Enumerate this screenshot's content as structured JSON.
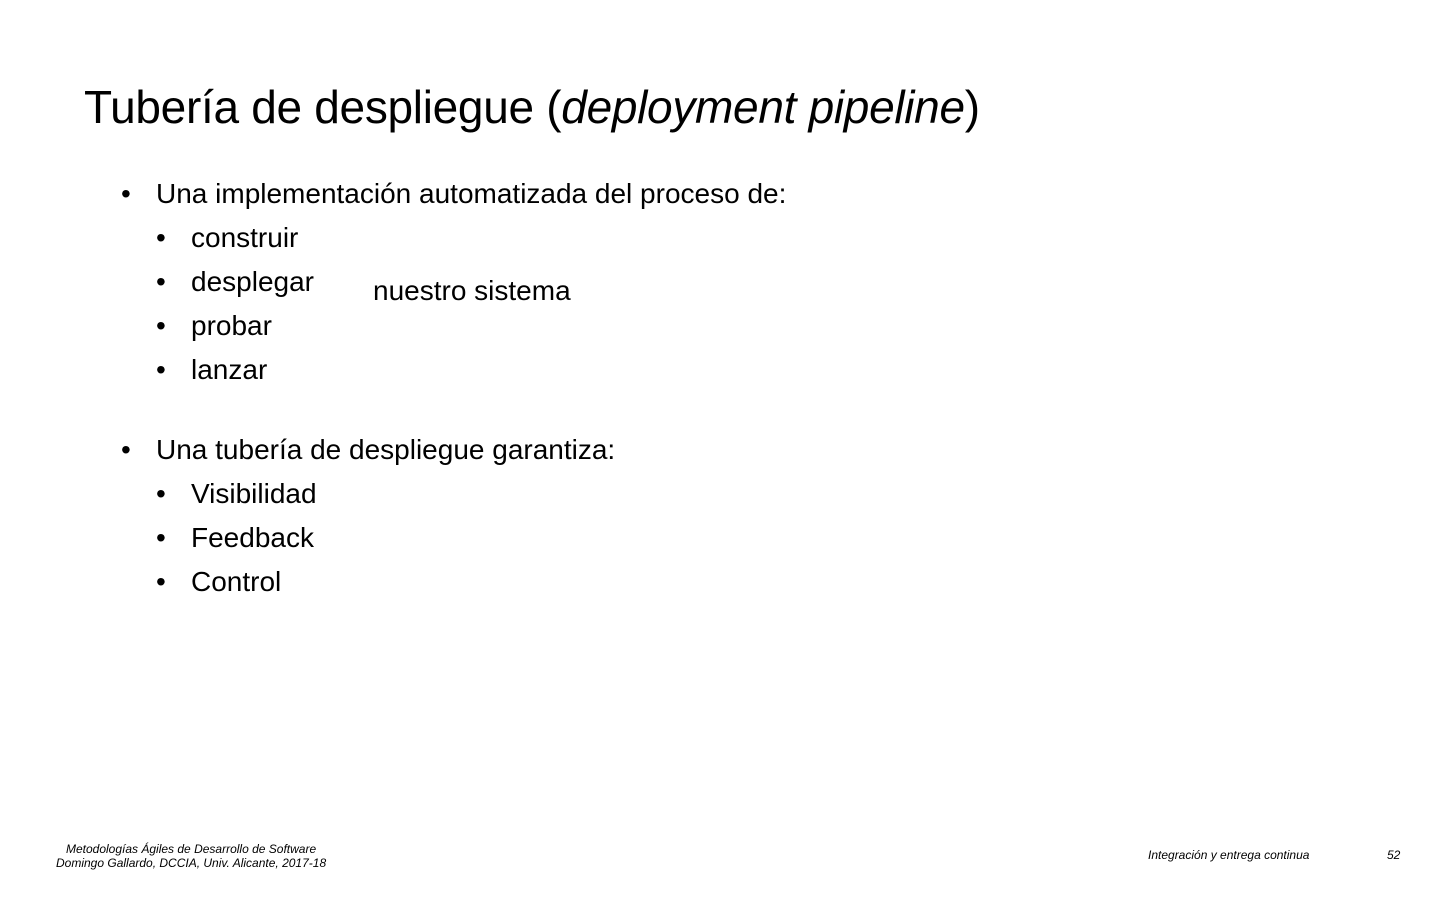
{
  "slide": {
    "title_main": "Tubería de despliegue (",
    "title_italic": "deployment pipeline",
    "title_close": ")"
  },
  "bullets": [
    {
      "text": "Una implementación automatizada del proceso de:",
      "sub": [
        "construir",
        "desplegar",
        "probar",
        "lanzar"
      ]
    },
    {
      "text": "Una tubería de despliegue garantiza:",
      "sub": [
        "Visibilidad",
        "Feedback",
        "Control"
      ]
    }
  ],
  "bullet_symbol": "•",
  "side_note": "nuestro sistema",
  "footer": {
    "course_line1": "Metodologías Ágiles de Desarrollo de Software",
    "course_line2": "Domingo Gallardo, DCCIA, Univ. Alicante, 2017-18",
    "topic": "Integración y entrega continua",
    "page": "52"
  }
}
